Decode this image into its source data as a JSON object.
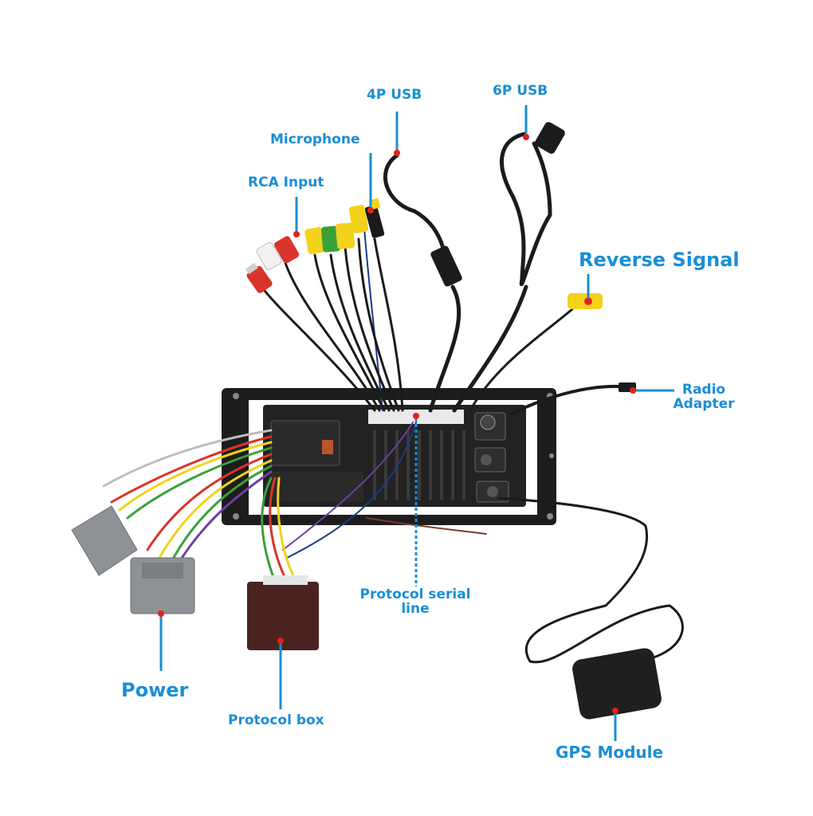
{
  "labels": {
    "usb4p": "4P USB",
    "usb6p": "6P USB",
    "microphone": "Microphone",
    "rca_input": "RCA Input",
    "reverse_signal": "Reverse Signal",
    "radio_adapter_line1": "Radio",
    "radio_adapter_line2": "Adapter",
    "protocol_serial_line1": "Protocol serial",
    "protocol_serial_line2": "line",
    "power": "Power",
    "protocol_box": "Protocol box",
    "gps_module": "GPS Module"
  },
  "colors": {
    "label_blue": "#1a8ed6",
    "marker_red": "#e2231a",
    "cable_black": "#1b1b1b",
    "rca_red": "#d9342b",
    "rca_yellow": "#f2d21b",
    "rca_green": "#3aa13a",
    "rca_white": "#f1f1f1",
    "connector_grey": "#8e9296",
    "protocol_box_brown": "#4a2320"
  }
}
